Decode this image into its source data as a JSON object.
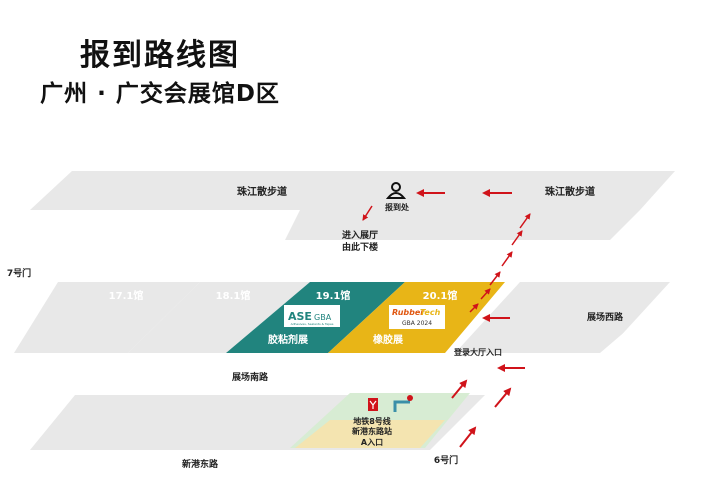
{
  "title": "报到路线图",
  "subtitle": "广州 · 广交会展馆D区",
  "labels": {
    "promenade_center": "珠江散步道",
    "promenade_right": "珠江散步道",
    "checkin": "报到处",
    "enter_line1": "进入展厅",
    "enter_line2": "由此下楼",
    "gate7": "7号门",
    "gate6": "6号门",
    "hall171": "17.1馆",
    "hall181": "18.1馆",
    "hall191": "19.1馆",
    "hall201": "20.1馆",
    "adhesive_expo": "胶粘剂展",
    "rubber_expo": "橡胶展",
    "west_road": "展场西路",
    "south_road": "展场南路",
    "xingang_road": "新港东路",
    "lobby_entrance": "登录大厅入口",
    "metro_line1": "地铁8号线",
    "metro_line2": "新港东路站",
    "metro_line3": "A入口",
    "ase_logo": "ASE",
    "ase_logo2": "GBA",
    "ase_tagline": "Adhesives, Sealants & Tapes",
    "rubber_logo": "Rubber",
    "rubber_logo2": "Tech",
    "rubber_sub": "GBA 2024"
  },
  "colors": {
    "teal": "#21847e",
    "yellow": "#e8b517",
    "gray": "#e8e8e8",
    "arrow": "#d0131a",
    "metro_red": "#d0131a"
  }
}
